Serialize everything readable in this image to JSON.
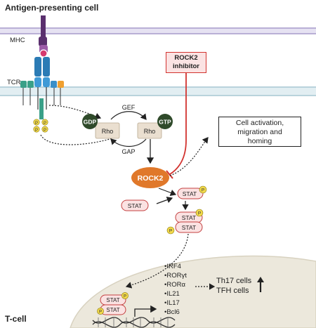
{
  "cells": {
    "apc_label": "Antigen-presenting cell",
    "tcell_label": "T-cell"
  },
  "receptors": {
    "mhc": "MHC",
    "tcr": "TCR",
    "phospho": "P"
  },
  "inhibitor": {
    "line1": "ROCK2",
    "line2": "inhibitor"
  },
  "rho_cycle": {
    "gdp": "GDP",
    "gtp": "GTP",
    "rho_left": "Rho",
    "rho_right": "Rho",
    "gef": "GEF",
    "gap": "GAP"
  },
  "rock2": "ROCK2",
  "outcome_box": {
    "line1": "Cell activation,",
    "line2": "migration and",
    "line3": "homing"
  },
  "stat": {
    "label": "STAT",
    "phospho": "P"
  },
  "genes": [
    "IRF4",
    "RORγt",
    "RORα",
    "IL21",
    "IL17",
    "Bcl6"
  ],
  "effector_cells": {
    "line1": "Th17 cells",
    "line2": "TFH cells"
  },
  "colors": {
    "membrane": "#c9c3e0",
    "membrane_light": "#e6e2f2",
    "tcell_membrane": "#cfe2e8",
    "nucleus": "#ece8dc",
    "rock2": "#e0782a",
    "inhibitor_fill": "#fbe3e3",
    "inhibitor_border": "#d2332f",
    "stat_fill": "#fbe2e2",
    "stat_border": "#c44040",
    "phospho_fill": "#f2d94a",
    "gdp_gtp": "#2f4a2a",
    "rho_fill": "#eadfd0",
    "mhc_purple": "#5a2f6e",
    "tcr_blue": "#2b7bb5",
    "tcr_green": "#3aa088",
    "tcr_orange": "#f0a030"
  }
}
